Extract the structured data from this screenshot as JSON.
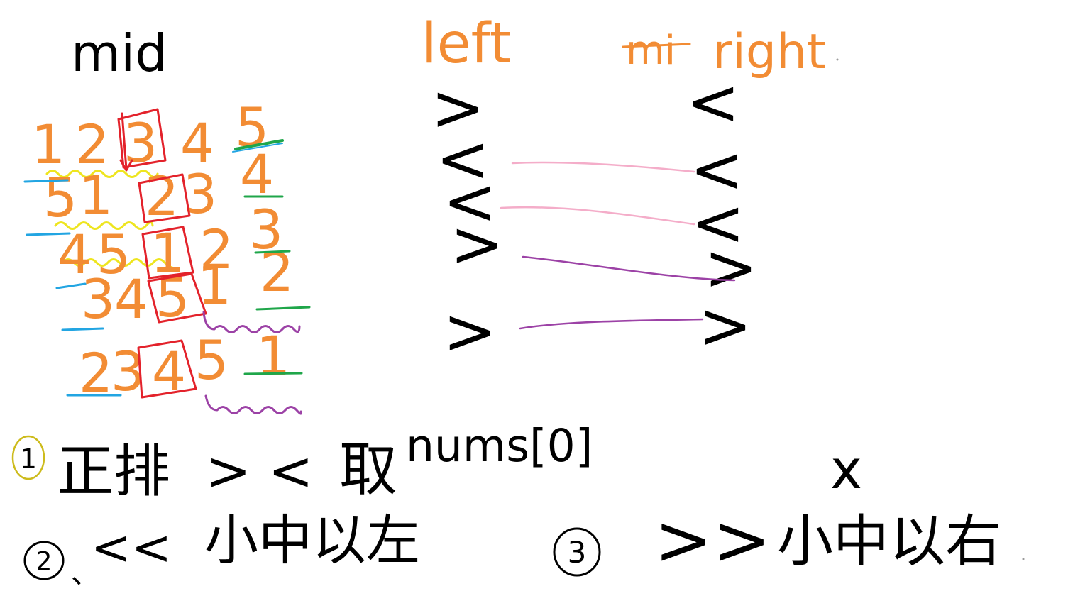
{
  "colors": {
    "background": "#ffffff",
    "ink": "#000000",
    "orange": "#f28c34",
    "red": "#e3222b",
    "blue": "#22a5e2",
    "green": "#1fa64a",
    "yellow": "#eee51f",
    "purple": "#9c42a6",
    "pink": "#f4adc9",
    "marker_yellow": "#cdbb1c"
  },
  "headers": {
    "mid": "mid",
    "left": "left",
    "struck_out": "mi",
    "right": "right"
  },
  "rotations": [
    {
      "digits": [
        "1",
        "2",
        "3",
        "4"
      ],
      "last": "5"
    },
    {
      "digits": [
        "5",
        "1",
        "2",
        "3"
      ],
      "last": "4"
    },
    {
      "digits": [
        "4",
        "5",
        "1",
        "2"
      ],
      "last": "3"
    },
    {
      "digits": [
        "3",
        "4",
        "5",
        "1"
      ],
      "last": "2"
    },
    {
      "digits": [
        "2",
        "3",
        "4",
        "5"
      ],
      "last": "1"
    }
  ],
  "left_column": [
    ">",
    "<",
    "<",
    ">",
    ">"
  ],
  "right_column": [
    "<",
    "<",
    "<",
    ">",
    ">"
  ],
  "note1": {
    "number": "1",
    "label": "正排",
    "symbols": "> <",
    "take": "取",
    "expr": "nums[0]"
  },
  "cross_mark": "x",
  "note2": {
    "number": "2",
    "sep": "、",
    "symbols": "<<",
    "text": "小中以左"
  },
  "note3": {
    "number": "3",
    "symbols": ">>",
    "text": "小中以右"
  }
}
